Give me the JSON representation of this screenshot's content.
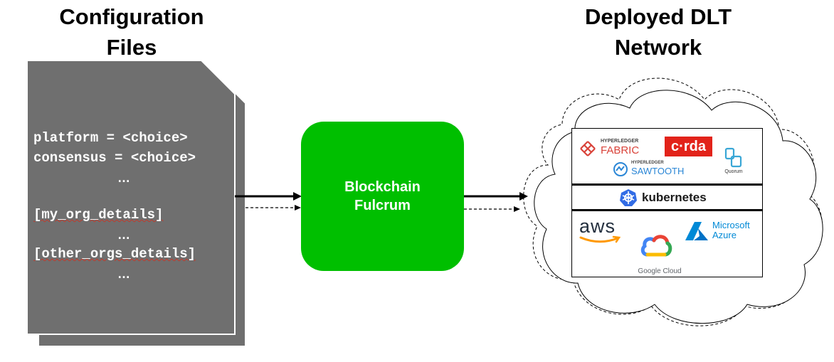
{
  "titles": {
    "config_line1": "Configuration",
    "config_line2": "Files",
    "dlt_line1": "Deployed DLT",
    "dlt_line2": "Network"
  },
  "config_file": {
    "line_platform": "platform = <choice>",
    "line_consensus": "consensus = <choice>",
    "my_org": "[my_org_details]",
    "other_orgs": "[other_orgs_details]",
    "ellipsis": "…"
  },
  "fulcrum": {
    "line1": "Blockchain",
    "line2": "Fulcrum"
  },
  "logos": {
    "hyperledger_small": "HYPERLEDGER",
    "fabric": "FABRIC",
    "corda": "c·rda",
    "sawtooth_small": "HYPERLEDGER",
    "sawtooth": "SAWTOOTH",
    "quorum": "Quorum",
    "kubernetes": "kubernetes",
    "aws": "aws",
    "microsoft": "Microsoft",
    "azure": "Azure",
    "google_cloud": "Google Cloud"
  },
  "colors": {
    "doc_gray": "#6f6f6f",
    "fulcrum_green": "#00bf00",
    "corda_red": "#e2231a",
    "fabric_red": "#d9433a",
    "sawtooth_blue": "#2a86d6",
    "k8s_blue": "#326ce5",
    "azure_blue": "#0089d6",
    "aws_orange": "#ff9900"
  }
}
